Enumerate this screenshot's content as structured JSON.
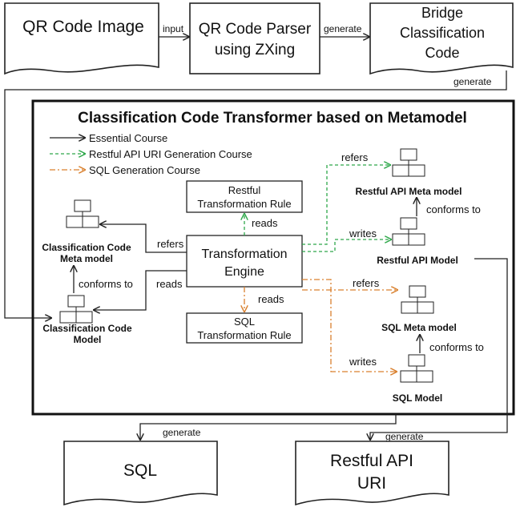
{
  "nodes": {
    "qr_image": "QR Code Image",
    "qr_parser": [
      "QR Code Parser",
      "using ZXing"
    ],
    "bridge_code": [
      "Bridge",
      "Classification",
      "Code"
    ],
    "transformer_title": "Classification Code Transformer based on Metamodel",
    "restful_rule": [
      "Restful",
      "Transformation Rule"
    ],
    "sql_rule": [
      "SQL",
      "Transformation Rule"
    ],
    "engine": [
      "Transformation",
      "Engine"
    ],
    "class_meta": [
      "Classification Code",
      "Meta model"
    ],
    "class_model": [
      "Classification Code",
      "Model"
    ],
    "restful_meta": "Restful API Meta model",
    "restful_model": "Restful API Model",
    "sql_meta": "SQL Meta model",
    "sql_model": "SQL Model",
    "out_sql": "SQL",
    "out_uri": [
      "Restful API",
      "URI"
    ]
  },
  "legend": {
    "essential": "Essential Course",
    "restful": "Restful API URI Generation Course",
    "sql": "SQL Generation Course"
  },
  "edges": {
    "input": "input",
    "generate_top": "generate",
    "generate_right": "generate",
    "refers_left": "refers",
    "reads_left": "reads",
    "conforms_left": "conforms to",
    "reads_restful": "reads",
    "reads_sql": "reads",
    "refers_restful": "refers",
    "writes_restful": "writes",
    "conforms_restful": "conforms to",
    "refers_sql": "refers",
    "writes_sql": "writes",
    "conforms_sql": "conforms to",
    "generate_sql": "generate",
    "generate_uri": "generate"
  },
  "colors": {
    "essential": "#222222",
    "restful": "#2ea84a",
    "sql": "#d9802e"
  }
}
